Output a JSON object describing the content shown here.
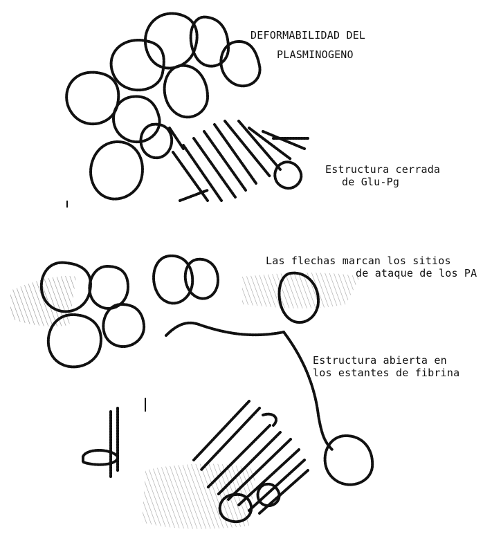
{
  "title": {
    "line1": "DEFORMABILIDAD DEL",
    "line2": "PLASMINOGENO"
  },
  "closed_structure": {
    "line1": "Estructura cerrada",
    "line2": "de Glu-Pg"
  },
  "arrows_note": {
    "line1": "Las flechas marcan los sitios",
    "line2": "de ataque de los PA"
  },
  "open_structure": {
    "line1": "Estructura abierta en",
    "line2": "los estantes de fibrina"
  },
  "colors": {
    "ink": "#111111",
    "background": "#ffffff"
  }
}
